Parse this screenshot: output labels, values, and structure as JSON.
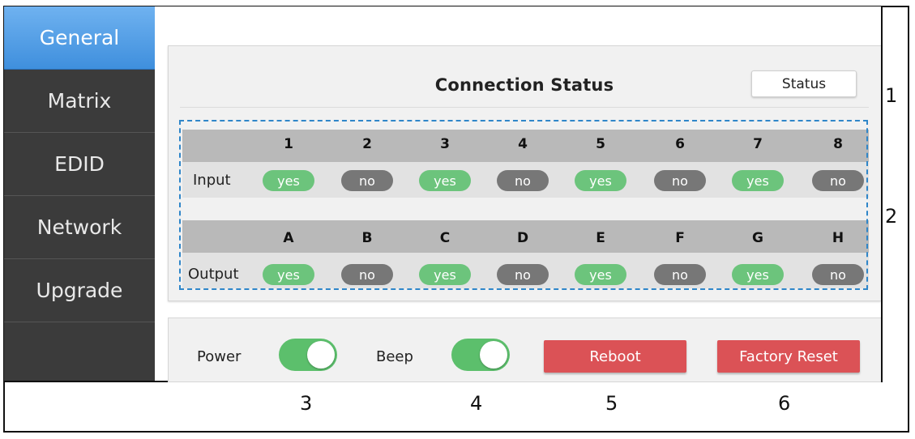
{
  "sidebar": {
    "items": [
      {
        "label": "General",
        "active": true
      },
      {
        "label": "Matrix"
      },
      {
        "label": "EDID"
      },
      {
        "label": "Network"
      },
      {
        "label": "Upgrade"
      }
    ]
  },
  "connection": {
    "title": "Connection Status",
    "status_button": "Status",
    "input_label": "Input",
    "output_label": "Output",
    "input_headers": [
      "1",
      "2",
      "3",
      "4",
      "5",
      "6",
      "7",
      "8"
    ],
    "input_values": [
      "yes",
      "no",
      "yes",
      "no",
      "yes",
      "no",
      "yes",
      "no"
    ],
    "output_headers": [
      "A",
      "B",
      "C",
      "D",
      "E",
      "F",
      "G",
      "H"
    ],
    "output_values": [
      "yes",
      "no",
      "yes",
      "no",
      "yes",
      "no",
      "yes",
      "no"
    ]
  },
  "controls": {
    "power_label": "Power",
    "power_on": true,
    "beep_label": "Beep",
    "beep_on": true,
    "reboot_label": "Reboot",
    "factory_reset_label": "Factory Reset"
  },
  "callouts": [
    "1",
    "2",
    "3",
    "4",
    "5",
    "6"
  ],
  "colors": {
    "sidebar_bg": "#3b3b3b",
    "active_tab": "#4a98e2",
    "yes": "#6cc47c",
    "no": "#777777",
    "toggle_on": "#5cbf6c",
    "danger": "#db5256",
    "callout_box": "#2f86c9"
  }
}
